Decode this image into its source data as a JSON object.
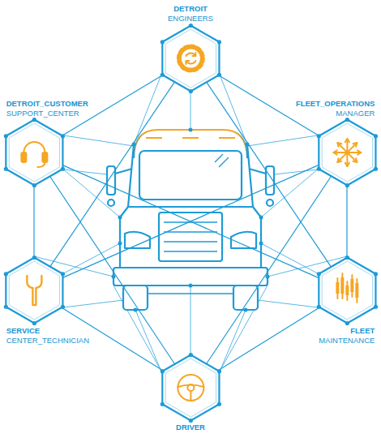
{
  "diagram": {
    "nodes": [
      {
        "text": [
          "DETROIT",
          "ENGINEERS"
        ]
      },
      {
        "text": [
          "DETROIT_CUSTOMER",
          "SUPPORT_CENTER"
        ]
      },
      {
        "text": [
          "FLEET_OPERATIONS",
          "MANAGER"
        ]
      },
      {
        "text": [
          "SERVICE",
          "CENTER_TECHNICIAN"
        ]
      },
      {
        "text": [
          "FLEET",
          "MAINTENANCE"
        ]
      },
      {
        "text": [
          "DRIVER"
        ]
      }
    ],
    "edges": [
      {
        "from": 0,
        "to": 1,
        "arrow": "none"
      },
      {
        "from": 0,
        "to": 2,
        "arrow": "none"
      },
      {
        "from": 1,
        "to": 3,
        "arrow": "none"
      },
      {
        "from": 2,
        "to": 4,
        "arrow": "none"
      },
      {
        "from": 3,
        "to": 5,
        "arrow": "none"
      },
      {
        "from": 4,
        "to": 5,
        "arrow": "none"
      },
      {
        "from": 0,
        "to": 3,
        "arrow": "none"
      },
      {
        "from": 0,
        "to": 4,
        "arrow": "none"
      },
      {
        "from": 1,
        "to": 5,
        "arrow": "none"
      },
      {
        "from": 2,
        "to": 5,
        "arrow": "none"
      },
      {
        "from": 1,
        "to": 4,
        "arrow": "none"
      },
      {
        "from": 2,
        "to": 3,
        "arrow": "none"
      }
    ]
  }
}
